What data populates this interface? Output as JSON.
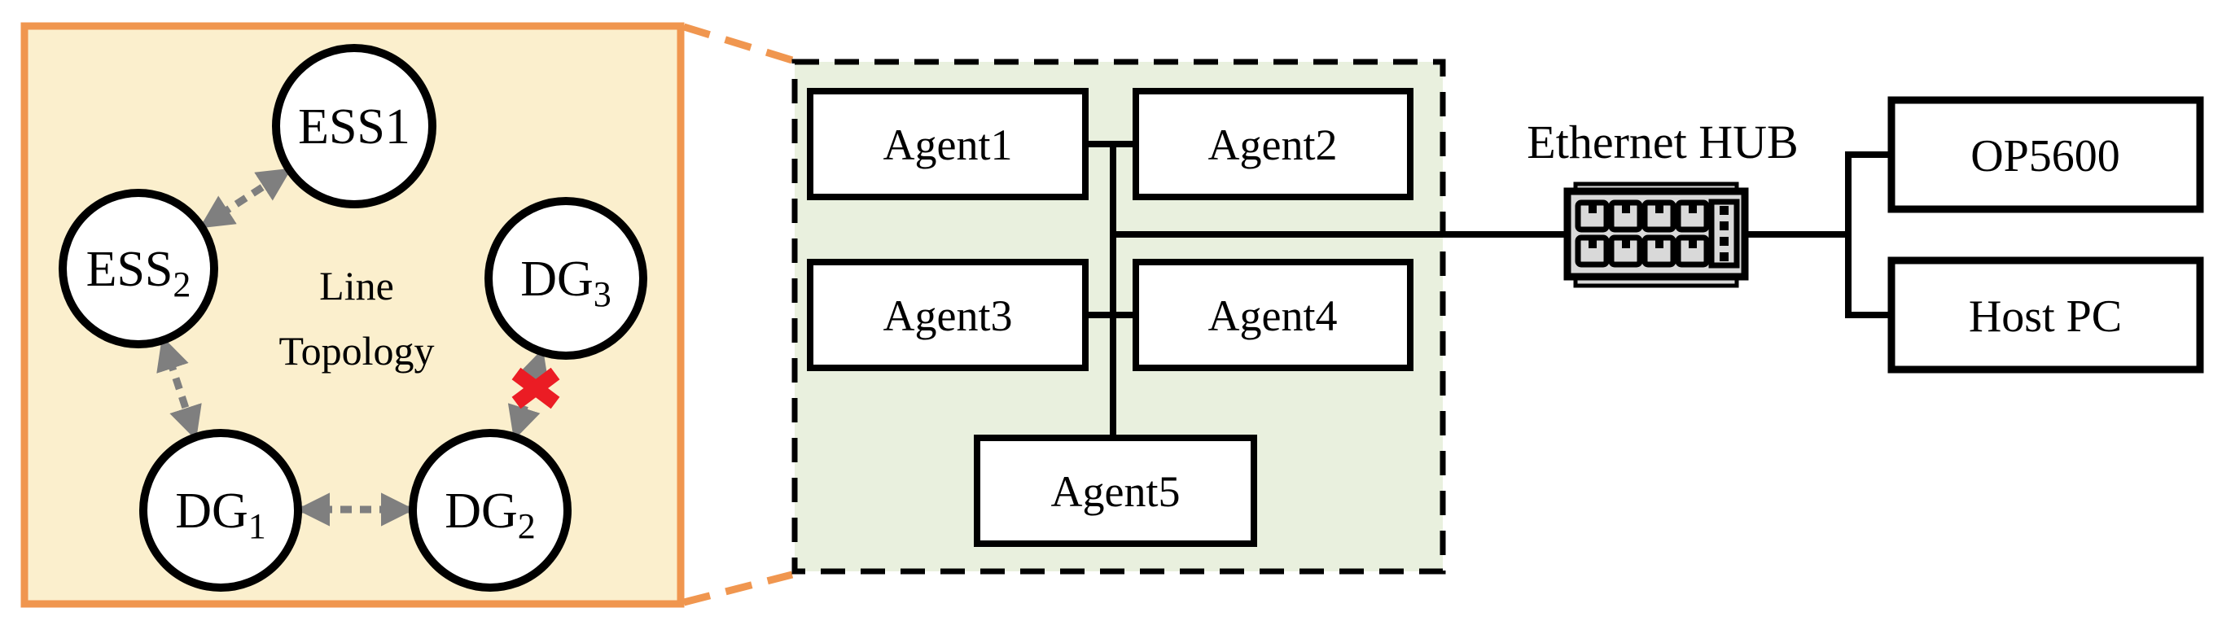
{
  "diagram": {
    "topology_panel": {
      "title_line1": "Line",
      "title_line2": "Topology",
      "nodes": {
        "ess1": {
          "base": "ESS1",
          "sub": ""
        },
        "ess2": {
          "base": "ESS",
          "sub": "2"
        },
        "dg3": {
          "base": "DG",
          "sub": "3"
        },
        "dg1": {
          "base": "DG",
          "sub": "1"
        },
        "dg2": {
          "base": "DG",
          "sub": "2"
        }
      },
      "colors": {
        "panel_fill": "#FBEFCD",
        "panel_border": "#F0964F",
        "link_gray": "#7F7F7F",
        "fault_x_red": "#EB1C24"
      }
    },
    "agents_box": {
      "agents": {
        "a1": "Agent1",
        "a2": "Agent2",
        "a3": "Agent3",
        "a4": "Agent4",
        "a5": "Agent5"
      },
      "colors": {
        "box_fill": "#E9F0DE",
        "box_border": "#000000"
      }
    },
    "right_section": {
      "hub_label": "Ethernet HUB",
      "op5600_label": "OP5600",
      "host_pc_label": "Host PC",
      "colors": {
        "hub_body": "#D9D9D9"
      }
    }
  }
}
